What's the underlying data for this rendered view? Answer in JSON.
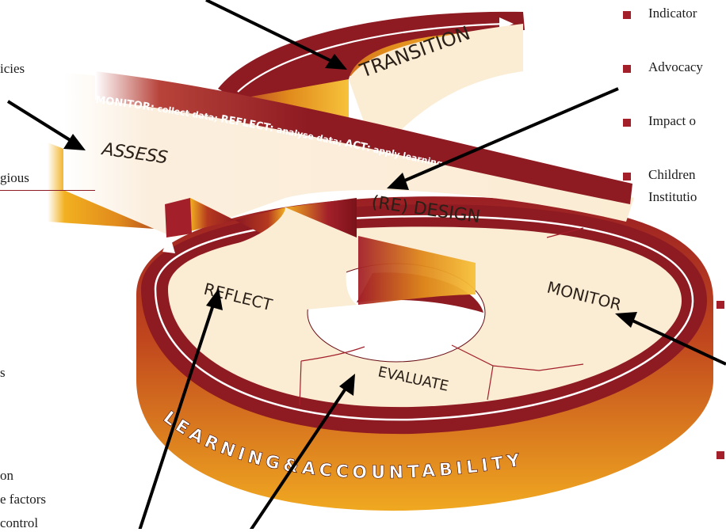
{
  "colors": {
    "maroon": "#8e1a22",
    "dark_maroon": "#6a0f16",
    "gold": "#f2b020",
    "orange": "#d97a1a",
    "cream": "#fbecd4",
    "bullet": "#a3202a",
    "arrow": "#000000"
  },
  "stages": {
    "transition": "TRANSITION",
    "assess": "ASSESS",
    "redesign": "(RE) DESIGN",
    "reflect": "REFLECT",
    "monitor": "MONITOR",
    "evaluate": "EVALUATE"
  },
  "band": {
    "monitor_key": "MONITOR:",
    "monitor_text": " collect data; ",
    "reflect_key": "REFLECT:",
    "reflect_text": " analyse data; ",
    "act_key": "ACT:",
    "act_text": " apply learning"
  },
  "base_label": "LEARNING&ACCOUNTABILITY",
  "left_text": {
    "policies": "icies",
    "religious": "gious",
    "s_fragment": "s",
    "on": "on",
    "factors": "e factors",
    "control": "control"
  },
  "right_text": {
    "indicators": "Indicator",
    "advocacy": "Advocacy",
    "impact": "Impact o",
    "children": "Children",
    "institutions": "Institutio"
  }
}
